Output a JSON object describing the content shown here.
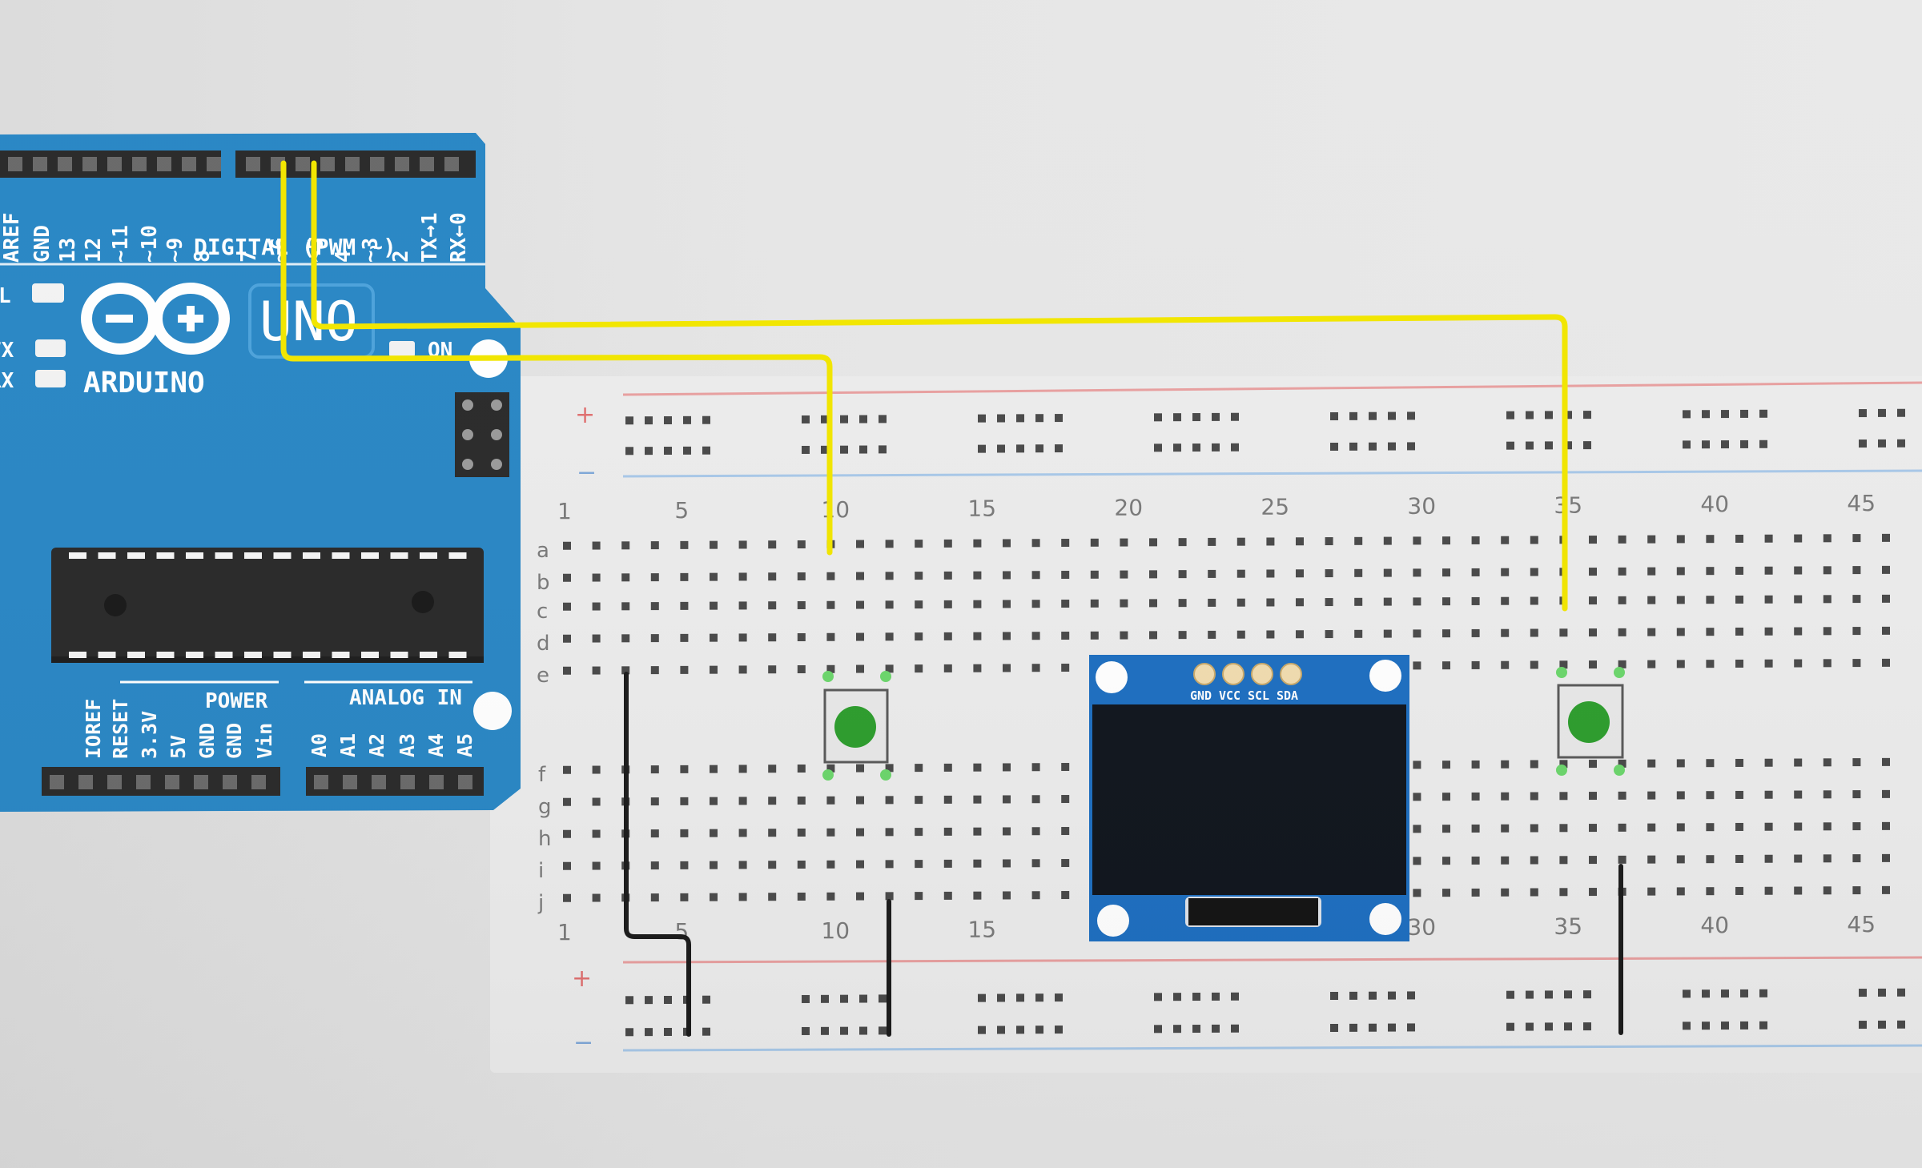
{
  "arduino": {
    "logo_text": "ARDUINO",
    "model": "UNO",
    "on_label": "ON",
    "led_labels": [
      "L",
      "TX",
      "RX"
    ],
    "digital_header_label": "DIGITAL (PWM ~)",
    "digital_pins": [
      "AREF",
      "GND",
      "13",
      "12",
      "~11",
      "~10",
      "~9",
      "8",
      "7",
      "~6",
      "~5",
      "4",
      "~3",
      "2",
      "TX→1",
      "RX←0"
    ],
    "power_label": "POWER",
    "power_pins": [
      "IOREF",
      "RESET",
      "3.3V",
      "5V",
      "GND",
      "GND",
      "Vin"
    ],
    "analog_label": "ANALOG IN",
    "analog_pins": [
      "A0",
      "A1",
      "A2",
      "A3",
      "A4",
      "A5"
    ]
  },
  "breadboard": {
    "column_numbers": [
      "1",
      "5",
      "10",
      "15",
      "20",
      "25",
      "30",
      "35",
      "40",
      "45"
    ],
    "row_letters_top": [
      "a",
      "b",
      "c",
      "d",
      "e"
    ],
    "row_letters_bottom": [
      "f",
      "g",
      "h",
      "i",
      "j"
    ],
    "rail_plus": "+",
    "rail_minus": "−"
  },
  "oled": {
    "pins": [
      "GND",
      "VCC",
      "SCL",
      "SDA"
    ]
  },
  "buttons": [
    {
      "color": "#2e9e2e"
    },
    {
      "color": "#2e9e2e"
    }
  ],
  "wires": {
    "signal_color": "#f2e600",
    "ground_color": "#1c1c1c"
  }
}
